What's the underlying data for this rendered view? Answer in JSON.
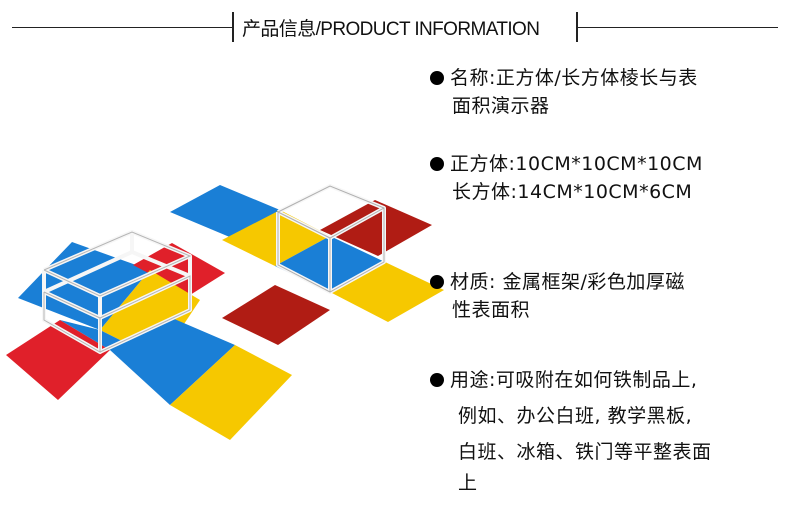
{
  "header": {
    "title": "产品信息/PRODUCT INFORMATION"
  },
  "info": {
    "name_line1": "名称:正方体/长方体棱长与表",
    "name_line2": "面积演示器",
    "size_line1": "正方体:10CM*10CM*10CM",
    "size_line2": "长方体:14CM*10CM*6CM",
    "material_line1": "材质: 金属框架/彩色加厚磁",
    "material_line2": "性表面积",
    "usage_line1": "用途:可吸附在如何铁制品上,",
    "usage_line2": "例如、办公白班, 教学黑板,",
    "usage_line3": "白班、冰箱、铁门等平整表面",
    "usage_line4": "上"
  },
  "colors": {
    "red": "#e0202a",
    "blue": "#1a7fd6",
    "yellow": "#f6c800",
    "dark_red": "#b01c14",
    "frame": "#f4f4f4"
  }
}
